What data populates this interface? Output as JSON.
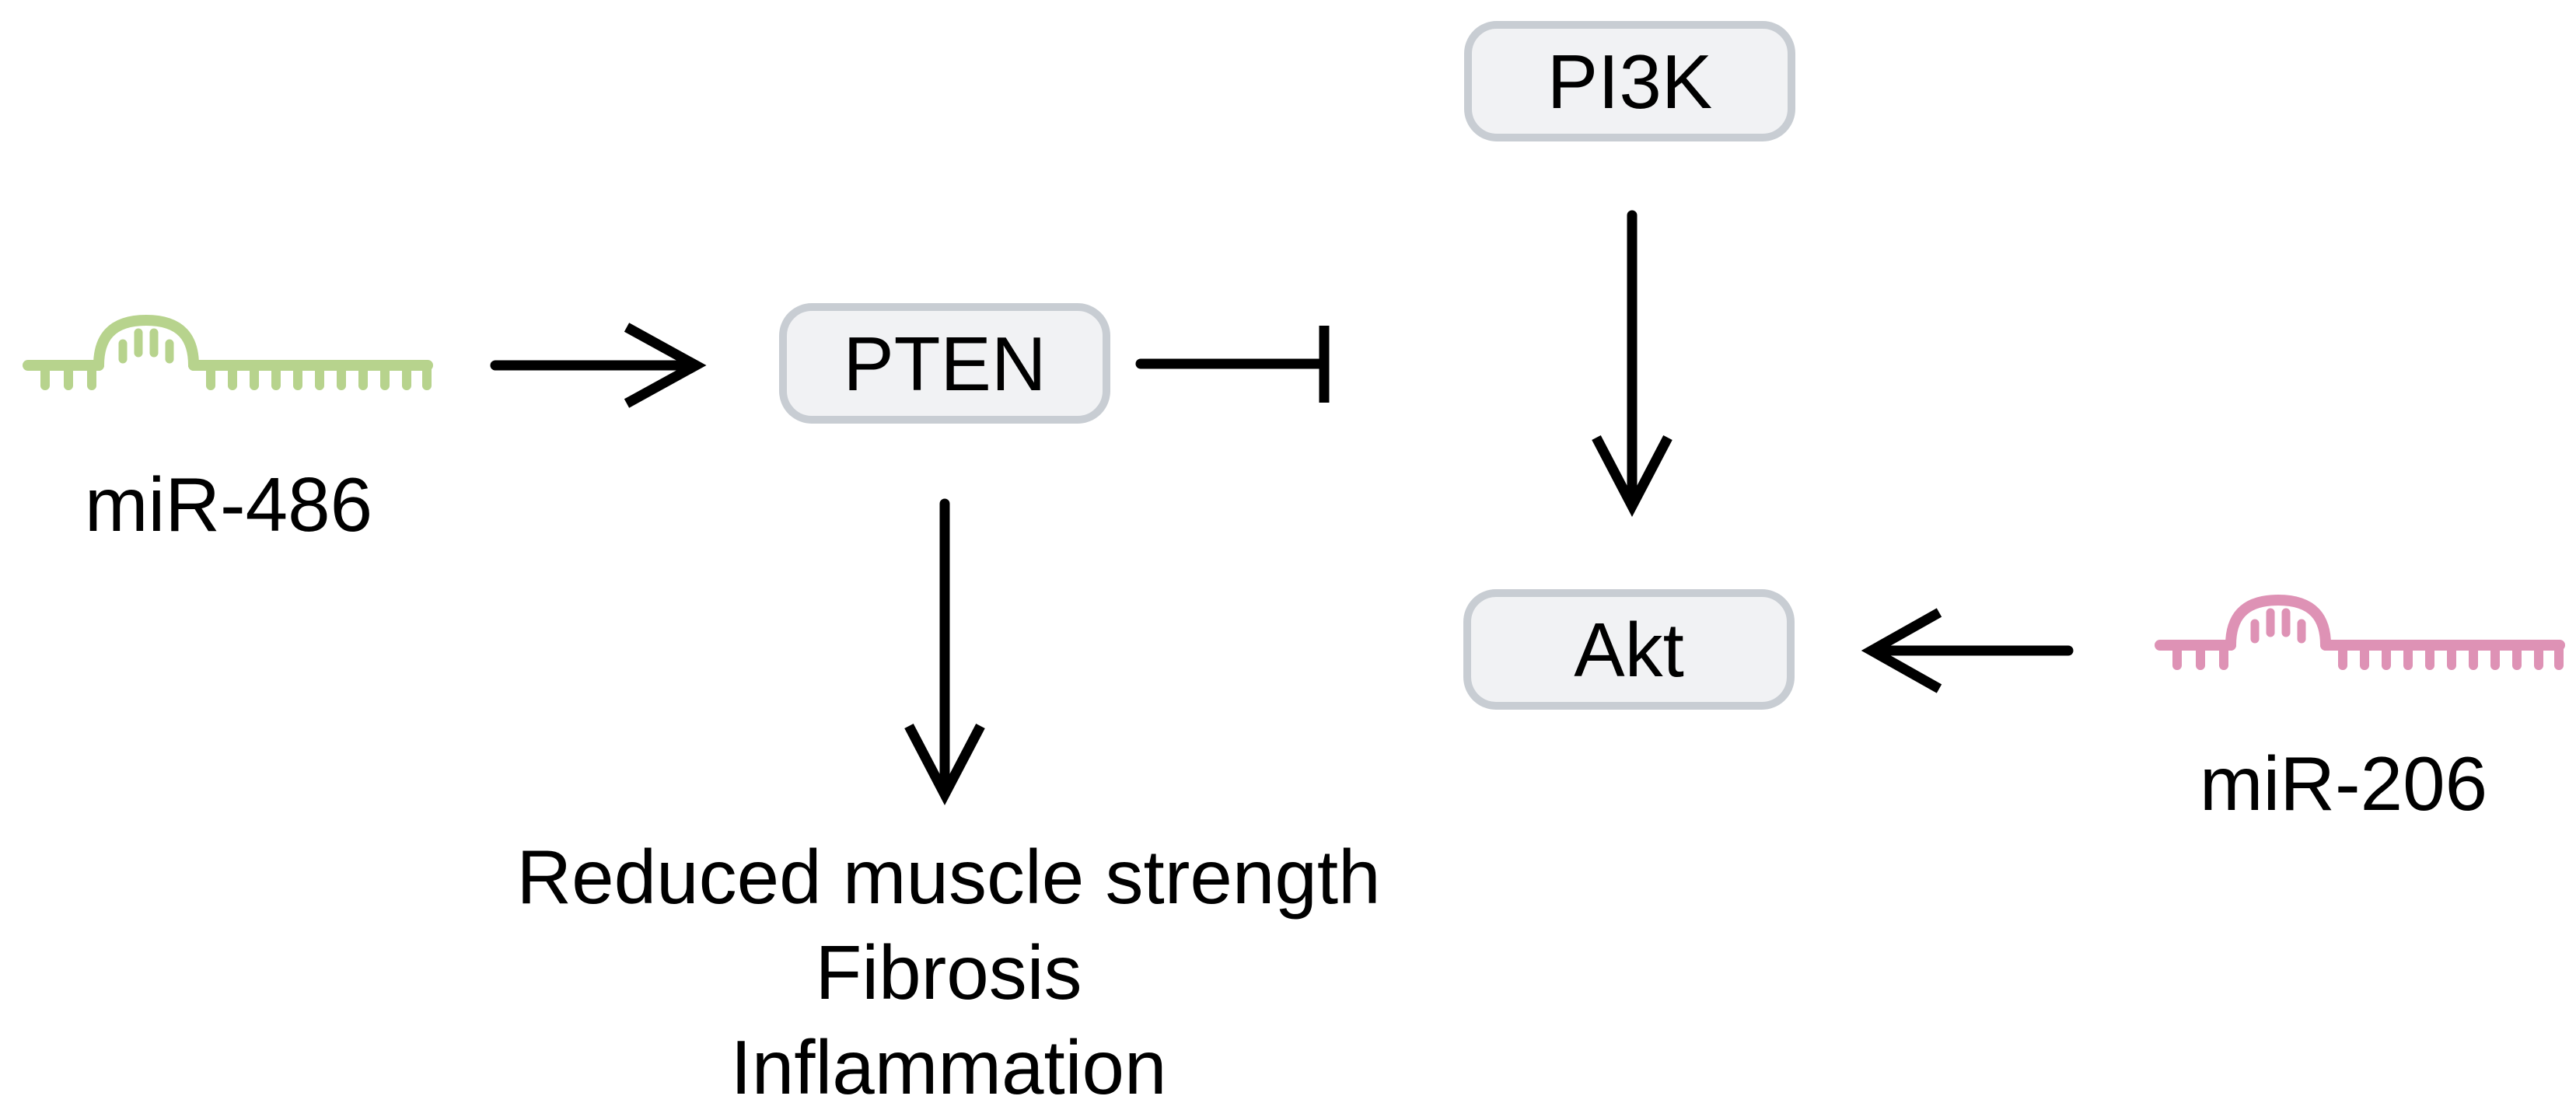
{
  "diagram": {
    "type": "signaling-pathway",
    "background": "#ffffff",
    "nodes": [
      {
        "id": "pten",
        "label": "PTEN"
      },
      {
        "id": "pi3k",
        "label": "PI3K"
      },
      {
        "id": "akt",
        "label": "Akt"
      }
    ],
    "mirnas": [
      {
        "id": "mir486",
        "label": "miR-486",
        "icon": "mirna-hairpin-icon",
        "color": "#b7d38d"
      },
      {
        "id": "mir206",
        "label": "miR-206",
        "icon": "mirna-hairpin-icon",
        "color": "#de92b5"
      }
    ],
    "outcomes": {
      "line1": "Reduced muscle strength",
      "line2": "Fibrosis",
      "line3": "Inflammation"
    },
    "edges": [
      {
        "from": "miR-486",
        "to": "PTEN",
        "type": "arrow"
      },
      {
        "from": "PTEN",
        "to": "PI3K/Akt",
        "type": "inhibition"
      },
      {
        "from": "PI3K",
        "to": "Akt",
        "type": "arrow"
      },
      {
        "from": "PTEN",
        "to": "outcomes",
        "type": "arrow"
      },
      {
        "from": "miR-206",
        "to": "Akt",
        "type": "arrow"
      }
    ],
    "colors": {
      "mir486-green": "#b7d38d",
      "mir206-pink": "#de92b5",
      "box-fill": "#f1f2f4",
      "box-border": "#c8cdd3",
      "connector-black": "#000000"
    }
  }
}
